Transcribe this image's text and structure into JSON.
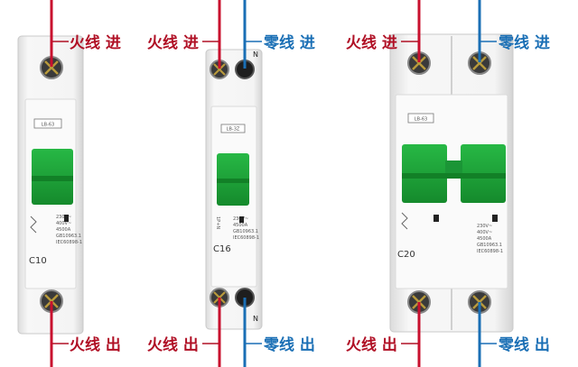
{
  "colors": {
    "live_wire": "#c8102e",
    "neutral_wire": "#1a6fb5",
    "live_label": "#b01025",
    "neutral_label": "#1a6fb5",
    "lever": "#1ea33a",
    "breaker_body": "#f2f2f2"
  },
  "breakers": [
    {
      "type": "1P",
      "badge": "LB-63",
      "rating": "C10",
      "spec_lines": [
        "230V~",
        "400V~",
        "4500A",
        "GB10963.1",
        "IEC60898-1"
      ],
      "labels": {
        "live_in": "火线 进",
        "live_out": "火线 出"
      }
    },
    {
      "type": "1P+N",
      "badge": "LB-3Z",
      "rating": "C16",
      "n_mark": "N",
      "spec_lines": [
        "230V~",
        "4500A",
        "GB10963.1",
        "IEC60898-1"
      ],
      "side_text": "1P+N",
      "labels": {
        "live_in": "火线 进",
        "neutral_in": "零线 进",
        "live_out": "火线 出",
        "neutral_out": "零线 出"
      }
    },
    {
      "type": "2P",
      "badge": "LB-63",
      "rating": "C20",
      "spec_lines": [
        "230V~",
        "400V~",
        "4500A",
        "GB10963.1",
        "IEC60898-1"
      ],
      "labels": {
        "live_in": "火线 进",
        "neutral_in": "零线 进",
        "live_out": "火线 出",
        "neutral_out": "零线 出"
      }
    }
  ]
}
